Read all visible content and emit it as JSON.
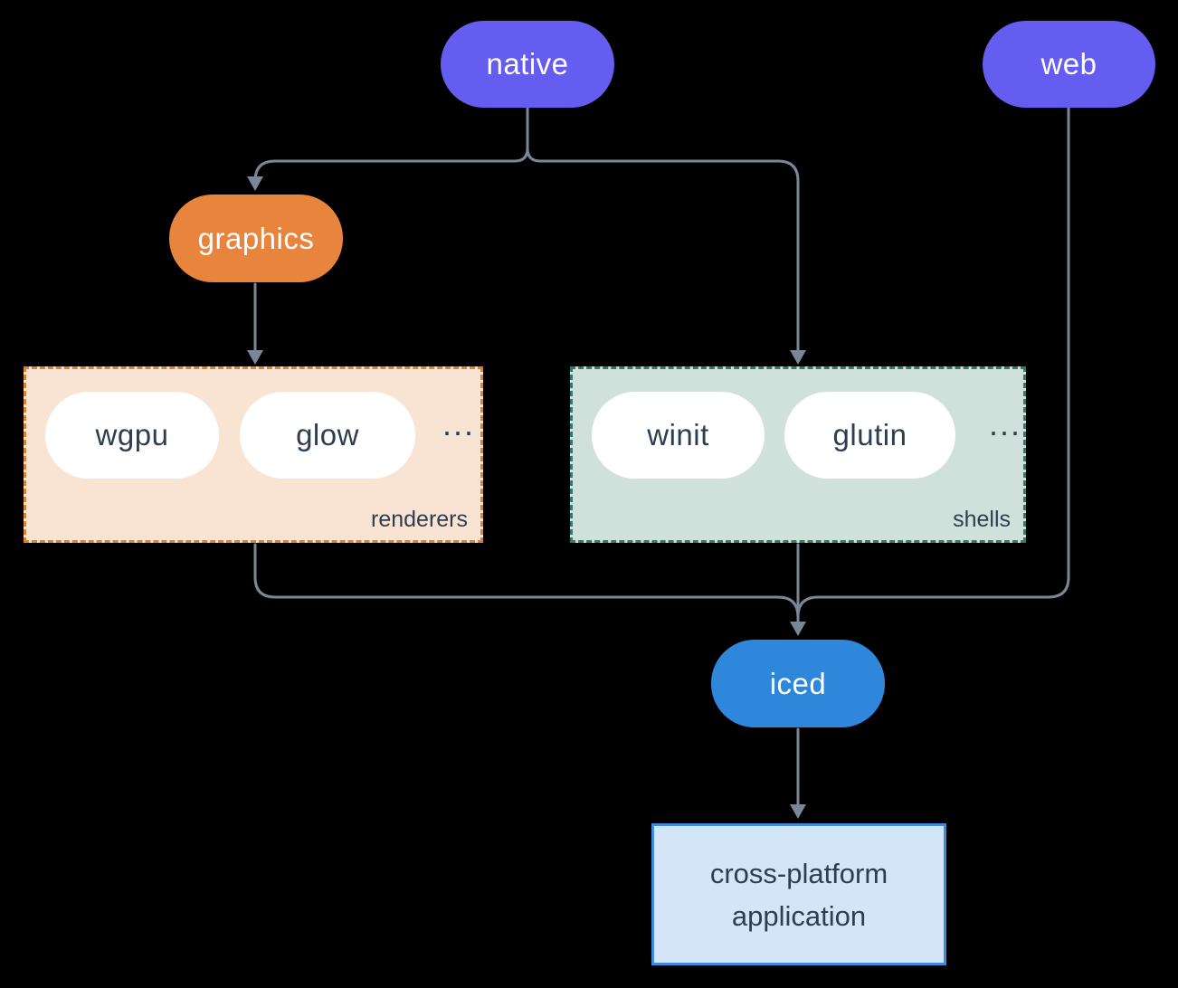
{
  "nodes": {
    "native": {
      "label": "native",
      "color": "#655CF0"
    },
    "web": {
      "label": "web",
      "color": "#655CF0"
    },
    "graphics": {
      "label": "graphics",
      "color": "#E8843C"
    },
    "iced": {
      "label": "iced",
      "color": "#2E87DB"
    },
    "application": {
      "line1": "cross-platform",
      "line2": "application",
      "bg": "#D4E5F7",
      "border": "#3B8BDE"
    }
  },
  "groups": {
    "renderers": {
      "label": "renderers",
      "items": [
        "wgpu",
        "glow"
      ],
      "ellipsis": "...",
      "bg": "#F9E4D4",
      "border": "#DF812F"
    },
    "shells": {
      "label": "shells",
      "items": [
        "winit",
        "glutin"
      ],
      "ellipsis": "...",
      "bg": "#D0E1DC",
      "border": "#2F7A6B"
    }
  },
  "connectors": {
    "color": "#7A8799",
    "edges": [
      "native -> graphics",
      "native -> shells",
      "graphics -> renderers",
      "renderers -> iced",
      "shells -> iced",
      "web -> iced",
      "iced -> application"
    ]
  },
  "canvas": {
    "background": "#000000",
    "text_dark": "#2E3E50",
    "text_light": "#FFFFFF"
  }
}
